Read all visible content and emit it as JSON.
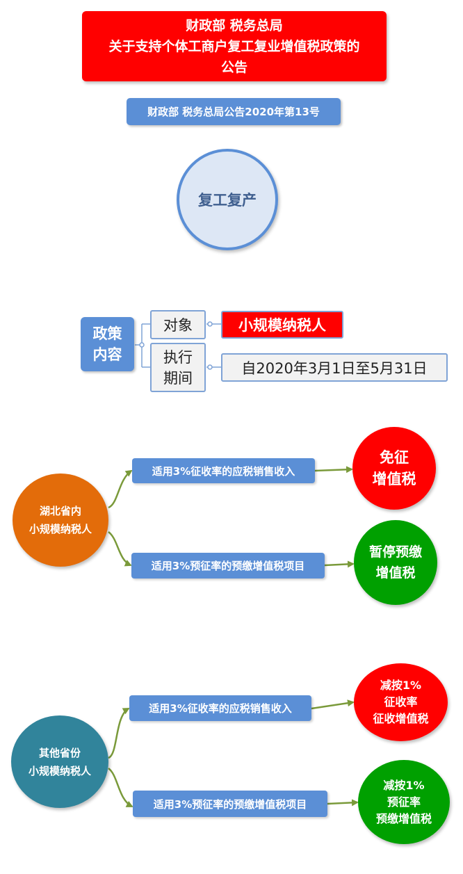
{
  "title": {
    "line1": "财政部 税务总局",
    "line2": "关于支持个体工商户复工复业增值税政策的",
    "line3": "公告"
  },
  "subtitle": "财政部 税务总局公告2020年第13号",
  "theme": "复工复产",
  "policy": {
    "label_line1": "政策",
    "label_line2": "内容",
    "target_label": "对象",
    "target_value": "小规模纳税人",
    "period_label_line1": "执行",
    "period_label_line2": "期间",
    "period_value": "自2020年3月1日至5月31日"
  },
  "hubei": {
    "region_line1": "湖北省内",
    "region_line2": "小规模纳税人",
    "item1": "适用3%征收率的应税销售收入",
    "item2": "适用3%预征率的预缴增值税项目",
    "result1_line1": "免征",
    "result1_line2": "增值税",
    "result2_line1": "暂停预缴",
    "result2_line2": "增值税"
  },
  "other": {
    "region_line1": "其他省份",
    "region_line2": "小规模纳税人",
    "item1": "适用3%征收率的应税销售收入",
    "item2": "适用3%预征率的预缴增值税项目",
    "result1_line1": "减按1%",
    "result1_line2": "征收率",
    "result1_line3": "征收增值税",
    "result2_line1": "减按1%",
    "result2_line2": "预征率",
    "result2_line3": "预缴增值税"
  },
  "colors": {
    "red": "#ff0000",
    "blue": "#5b8fd6",
    "orange": "#e36c0a",
    "teal": "#31849b",
    "green": "#00a000",
    "connector": "#7a9a3a"
  }
}
